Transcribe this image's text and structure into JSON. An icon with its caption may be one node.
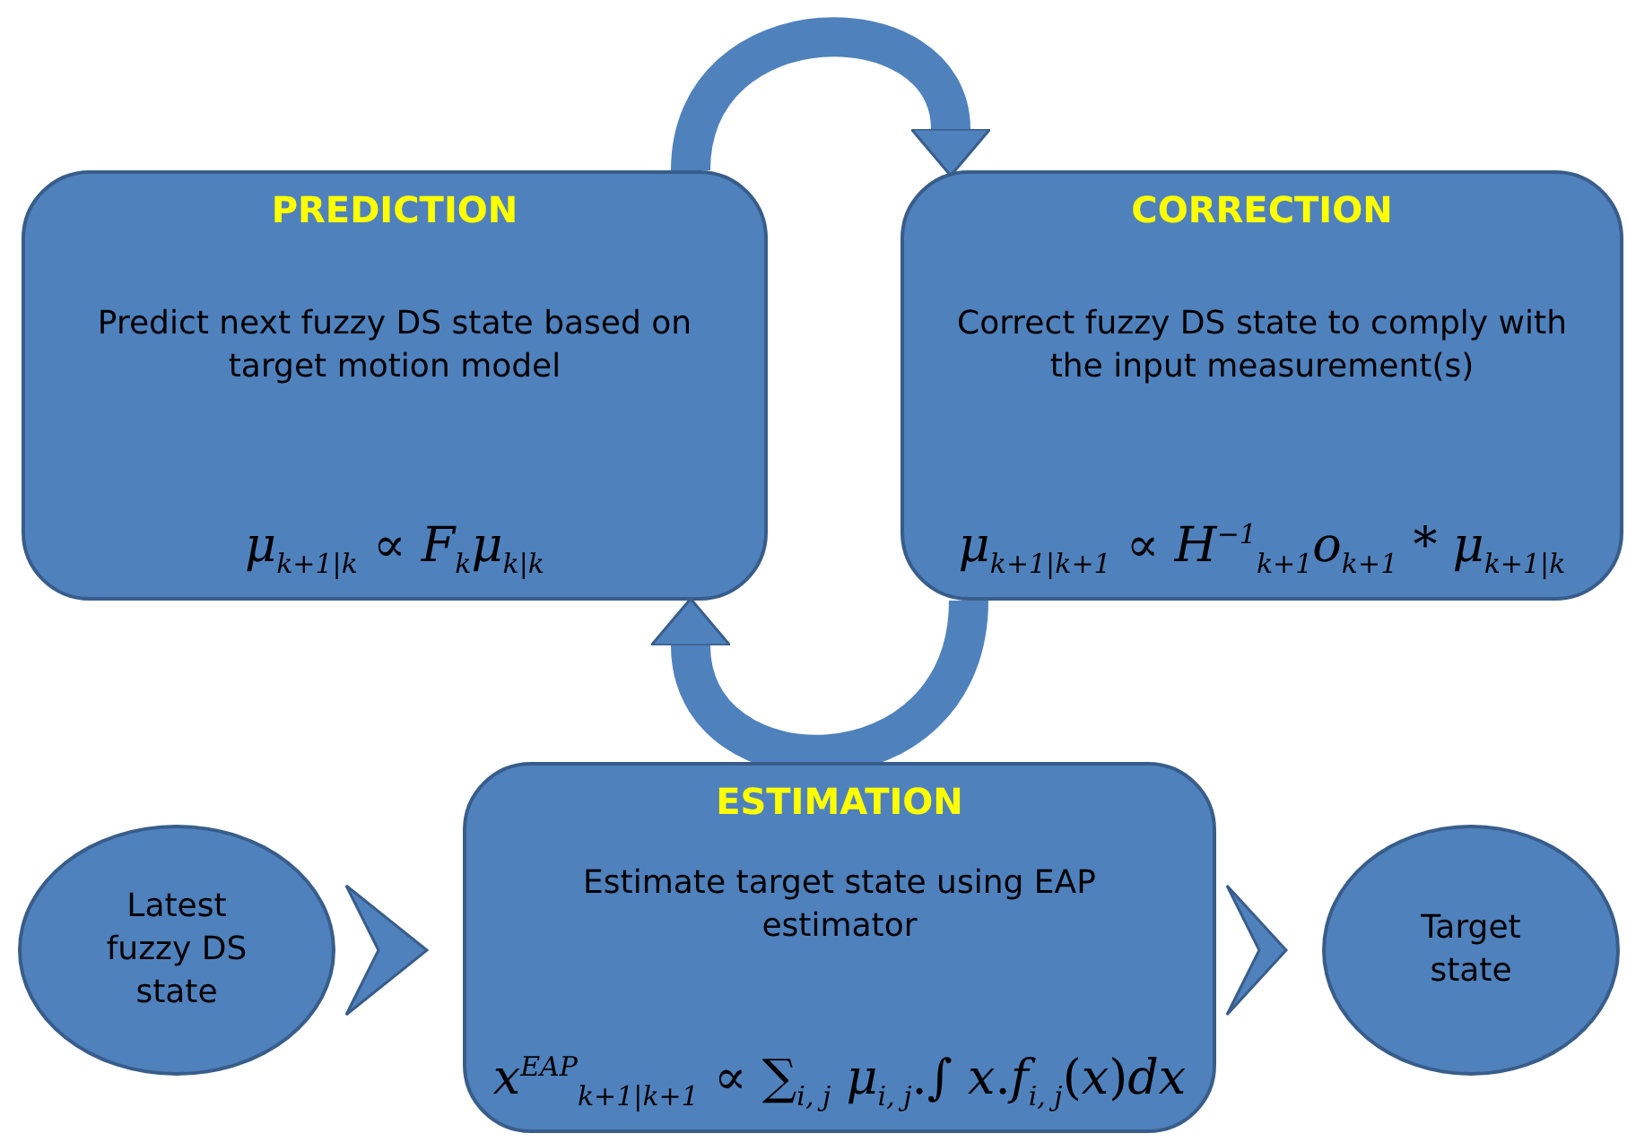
{
  "diagram": {
    "nodes": [
      {
        "text": [
          "PREDICTION",
          "Predict next fuzzy DS state based on target motion model",
          "*μ*$_{k+1|k}$ ∝ *F*$_{k}$*μ*$_{k|k}$"
        ]
      },
      {
        "text": [
          "CORRECTION",
          "Correct fuzzy DS state to comply with the input measurement(s)",
          "*μ*$_{k+1|k+1}$ ∝ *H*$^{−1}$$_{k+1}$*o*$_{k+1}$ * *μ*$_{k+1|k}$"
        ]
      },
      {
        "text": [
          "Latest fuzzy DS state"
        ]
      },
      {
        "text": [
          "ESTIMATION",
          "Estimate target state using EAP estimator",
          "*x*$^{EAP}$$_{k+1|k+1}$ ∝ ∑$_{i, j}$ *μ*$_{i, j}$.∫ *x*.*f*$_{i, j}$(*x*)*dx*"
        ]
      },
      {
        "text": [
          "Target state"
        ]
      }
    ],
    "edges": [
      {
        "from": 0,
        "to": 1,
        "arrow": "to"
      },
      {
        "from": 1,
        "to": 0,
        "arrow": "to"
      },
      {
        "from": 2,
        "to": 3,
        "arrow": "to"
      },
      {
        "from": 3,
        "to": 4,
        "arrow": "to"
      }
    ]
  }
}
